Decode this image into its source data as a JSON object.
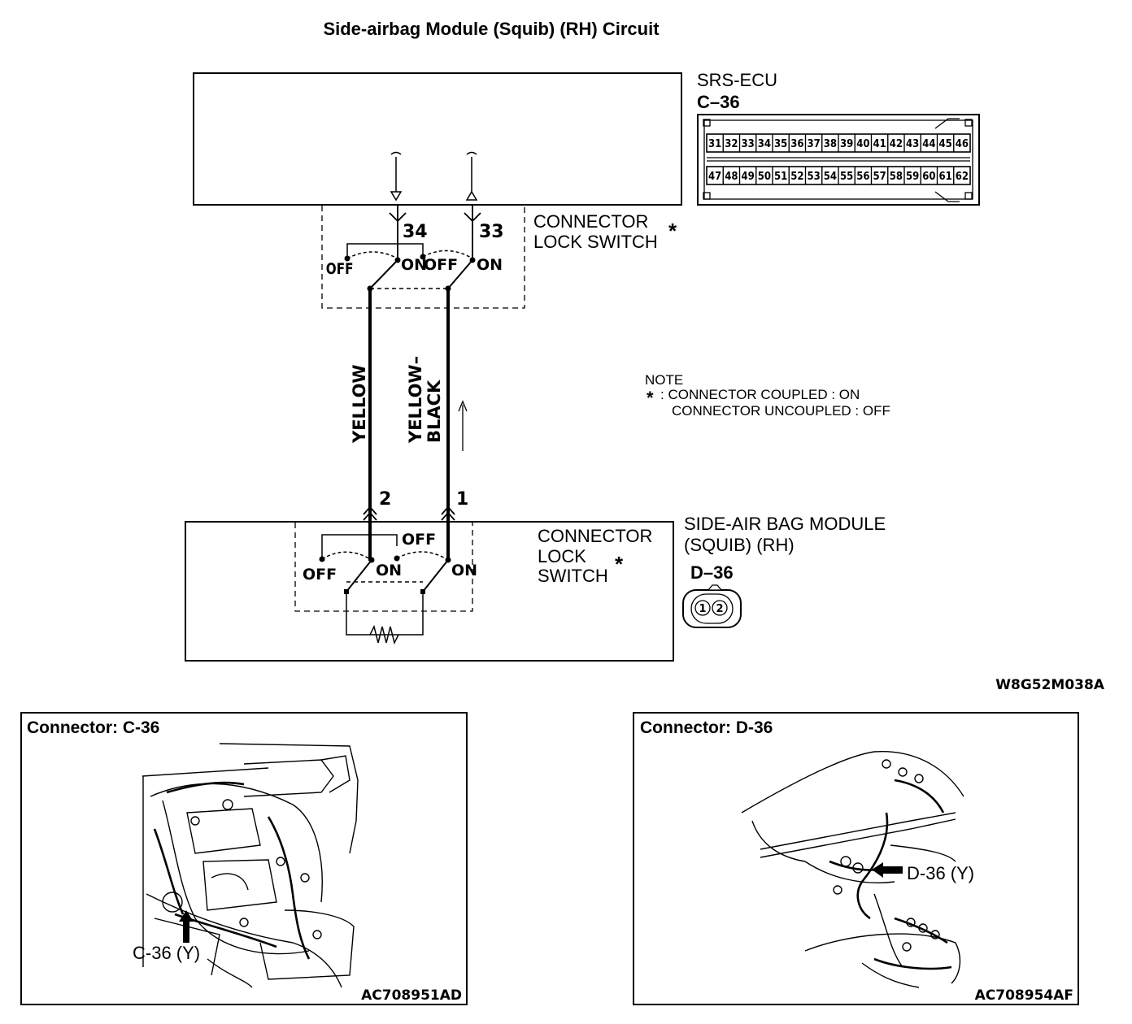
{
  "title": "Side-airbag Module (Squib) (RH) Circuit",
  "ecu": {
    "name": "SRS-ECU",
    "connector": "C–36",
    "pins_row1": [
      "31",
      "32",
      "33",
      "34",
      "35",
      "36",
      "37",
      "38",
      "39",
      "40",
      "41",
      "42",
      "43",
      "44",
      "45",
      "46"
    ],
    "pins_row2": [
      "47",
      "48",
      "49",
      "50",
      "51",
      "52",
      "53",
      "54",
      "55",
      "56",
      "57",
      "58",
      "59",
      "60",
      "61",
      "62"
    ],
    "terminal_left": "34",
    "terminal_right": "33"
  },
  "lock_switch_labels": {
    "top_line1": "CONNECTOR",
    "top_line2": "LOCK SWITCH",
    "bottom_line1": "CONNECTOR",
    "bottom_line2": "LOCK",
    "bottom_line3": "SWITCH",
    "asterisk": "*",
    "off": "OFF",
    "on": "ON"
  },
  "wires": {
    "left_color": "YELLOW",
    "right_color_line1": "YELLOW–",
    "right_color_line2": "BLACK",
    "left_pin": "2",
    "right_pin": "1"
  },
  "note": {
    "heading": "NOTE",
    "asterisk": "*",
    "line1": ": CONNECTOR COUPLED : ON",
    "line2": "CONNECTOR UNCOUPLED : OFF"
  },
  "module": {
    "name_line1": "SIDE-AIR BAG MODULE",
    "name_line2": "(SQUIB) (RH)",
    "connector": "D–36",
    "pin1": "1",
    "pin2": "2"
  },
  "diagram_code": "W8G52M038A",
  "panel_c36": {
    "title": "Connector: C-36",
    "callout": "C-36 (Y)",
    "code": "AC708951AD"
  },
  "panel_d36": {
    "title": "Connector: D-36",
    "callout": "D-36 (Y)",
    "code": "AC708954AF"
  }
}
